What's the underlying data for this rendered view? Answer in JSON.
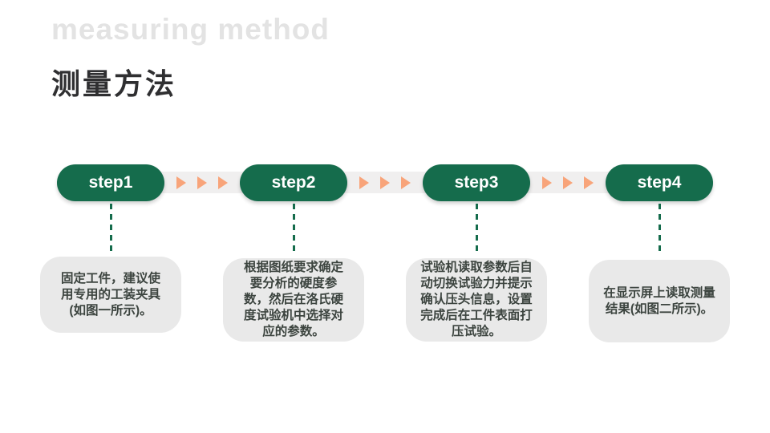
{
  "header": {
    "subtitle_en": "measuring method",
    "title_cn": "测量方法"
  },
  "flow": {
    "arrow_icon": "triangle-right-icon",
    "arrows_per_group": 3
  },
  "colors": {
    "step_green": "#156c4c",
    "arrow_orange": "#f8a47a",
    "card_gray": "#e9e9e9",
    "strip_gray": "#f0efef",
    "subtitle_gray": "#e3e3e3",
    "title_dark": "#2f2f31",
    "card_text": "#3c443f"
  },
  "steps": [
    {
      "label": "step1",
      "description": [
        "固定工件，建议使",
        "用专用的工装夹具",
        "(如图一所示)。"
      ]
    },
    {
      "label": "step2",
      "description": [
        "根据图纸要求确定",
        "要分析的硬度参",
        "数，然后在洛氏硬",
        "度试验机中选择对",
        "应的参数。"
      ]
    },
    {
      "label": "step3",
      "description": [
        "试验机读取参数后自",
        "动切换试验力并提示",
        "确认压头信息，设置",
        "完成后在工件表面打",
        "压试验。"
      ]
    },
    {
      "label": "step4",
      "description": [
        "在显示屏上读取测量",
        "结果(如图二所示)。"
      ]
    }
  ]
}
